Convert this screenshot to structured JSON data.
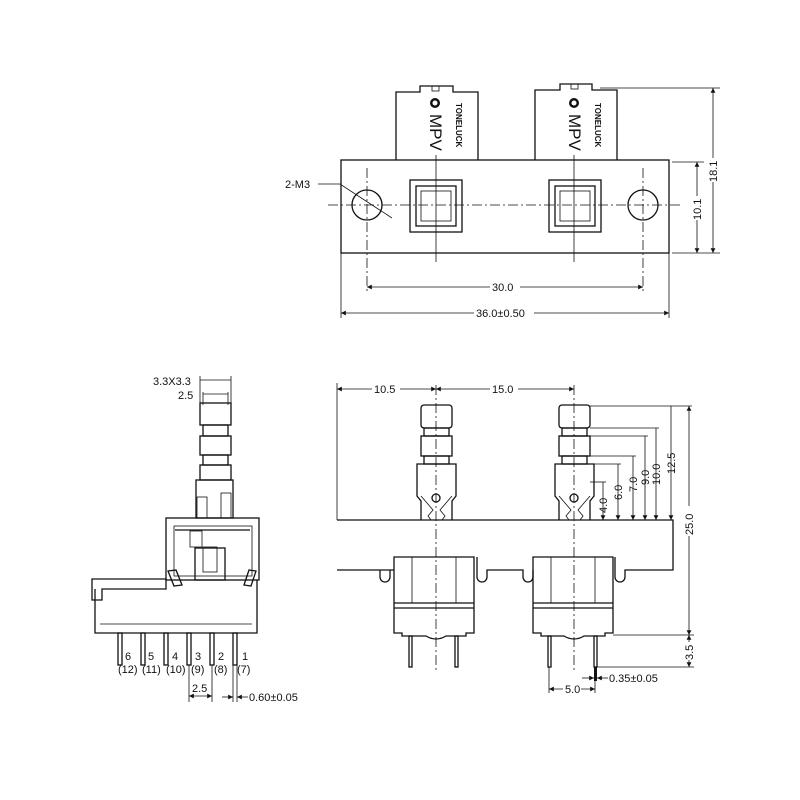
{
  "top_view": {
    "brand": "TONELUCK",
    "model": "MPV",
    "hole_label": "2-M3",
    "dim_hole_pitch": "30.0",
    "dim_total_width": "36.0±0.50",
    "dim_plate_height": "10.1",
    "dim_total_height": "18.1"
  },
  "side_view": {
    "dim_stem_outer": "3.3X3.3",
    "dim_stem_inner": "2.5",
    "pins": [
      {
        "num": "6",
        "alt": "(12)"
      },
      {
        "num": "5",
        "alt": "(11)"
      },
      {
        "num": "4",
        "alt": "(10)"
      },
      {
        "num": "3",
        "alt": "(9)"
      },
      {
        "num": "2",
        "alt": "(8)"
      },
      {
        "num": "1",
        "alt": "(7)"
      }
    ],
    "dim_pin_pitch": "2.5",
    "dim_pin_width": "0.60±0.05"
  },
  "front_view": {
    "dim_edge_to_stem": "10.5",
    "dim_stem_pitch": "15.0",
    "dim_heights": [
      "4.0",
      "6.0",
      "7.0",
      "9.0",
      "10.0",
      "12.5"
    ],
    "dim_overall_height": "25.0",
    "dim_pin_length": "3.5",
    "dim_pin_spacing": "5.0",
    "dim_pin_thickness": "0.35±0.05"
  }
}
